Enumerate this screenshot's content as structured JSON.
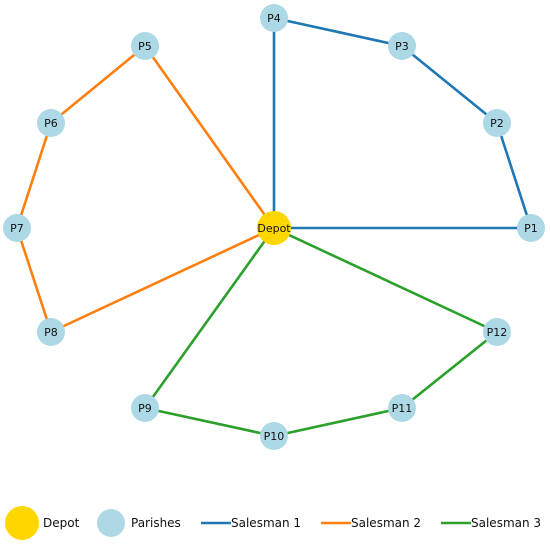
{
  "colors": {
    "depot": "#FFD700",
    "parish": "#ADD8E6",
    "background": "#ffffff"
  },
  "nodes": [
    {
      "id": "Depot",
      "label": "Depot",
      "kind": "depot"
    },
    {
      "id": "P1",
      "label": "P1",
      "kind": "parish"
    },
    {
      "id": "P2",
      "label": "P2",
      "kind": "parish"
    },
    {
      "id": "P3",
      "label": "P3",
      "kind": "parish"
    },
    {
      "id": "P4",
      "label": "P4",
      "kind": "parish"
    },
    {
      "id": "P5",
      "label": "P5",
      "kind": "parish"
    },
    {
      "id": "P6",
      "label": "P6",
      "kind": "parish"
    },
    {
      "id": "P7",
      "label": "P7",
      "kind": "parish"
    },
    {
      "id": "P8",
      "label": "P8",
      "kind": "parish"
    },
    {
      "id": "P9",
      "label": "P9",
      "kind": "parish"
    },
    {
      "id": "P10",
      "label": "P10",
      "kind": "parish"
    },
    {
      "id": "P11",
      "label": "P11",
      "kind": "parish"
    },
    {
      "id": "P12",
      "label": "P12",
      "kind": "parish"
    }
  ],
  "routes": [
    {
      "name": "Salesman 1",
      "color": "#1f77b4",
      "path": [
        "Depot",
        "P1",
        "P2",
        "P3",
        "P4",
        "Depot"
      ]
    },
    {
      "name": "Salesman 2",
      "color": "#ff7f0e",
      "path": [
        "Depot",
        "P5",
        "P6",
        "P7",
        "P8",
        "Depot"
      ]
    },
    {
      "name": "Salesman 3",
      "color": "#2ca02c",
      "path": [
        "Depot",
        "P9",
        "P10",
        "P11",
        "P12",
        "Depot"
      ]
    }
  ],
  "legend": {
    "entries": [
      {
        "label": "Depot",
        "marker": "circle",
        "color": "#FFD700"
      },
      {
        "label": "Parishes",
        "marker": "circle",
        "color": "#ADD8E6"
      },
      {
        "label": "Salesman 1",
        "marker": "line",
        "color": "#1f77b4"
      },
      {
        "label": "Salesman 2",
        "marker": "line",
        "color": "#ff7f0e"
      },
      {
        "label": "Salesman 3",
        "marker": "line",
        "color": "#2ca02c"
      }
    ]
  }
}
